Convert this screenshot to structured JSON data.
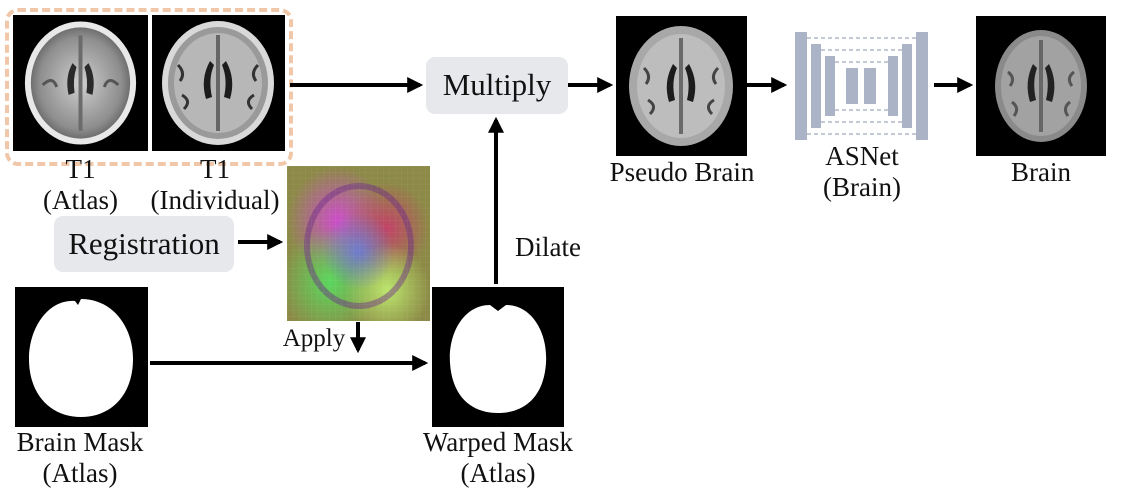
{
  "nodes": {
    "t1_atlas": {
      "line1": "T1",
      "line2": "(Atlas)"
    },
    "t1_individual": {
      "line1": "T1",
      "line2": "(Individual)"
    },
    "registration": {
      "label": "Registration"
    },
    "brain_mask": {
      "line1": "Brain Mask",
      "line2": "(Atlas)"
    },
    "warped_mask": {
      "line1": "Warped Mask",
      "line2": "(Atlas)"
    },
    "multiply": {
      "label": "Multiply"
    },
    "pseudo_brain": {
      "label": "Pseudo Brain"
    },
    "asnet": {
      "line1": "ASNet",
      "line2": "(Brain)"
    },
    "brain": {
      "label": "Brain"
    }
  },
  "edges": {
    "apply": "Apply",
    "dilate": "Dilate"
  },
  "colors": {
    "highlight_border": "#f0c7a8",
    "pill_fill": "#e6e8ec",
    "network_block": "#aab4c6",
    "arrow": "#000000"
  },
  "icons": {
    "atlas_scan": "mri-axial-slice",
    "individual_scan": "mri-axial-slice",
    "deformation_field": "colored-deformation-field",
    "mask": "binary-brain-mask",
    "network": "u-net-encoder-decoder"
  }
}
